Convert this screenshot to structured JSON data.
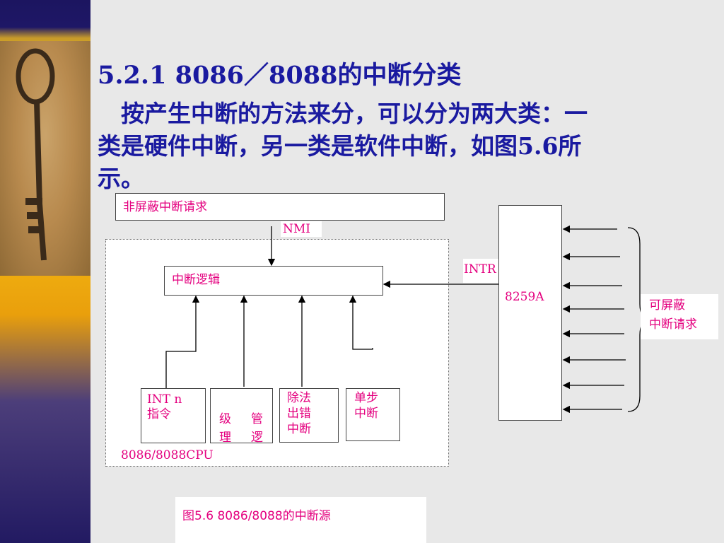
{
  "slide": {
    "title": "5.2.1  8086／8088的中断分类",
    "body_line1": "　按产生中断的方法来分，可以分为两大类：一",
    "body_line2": "类是硬件中断，另一类是软件中断，如图5.6所",
    "body_line3": "示。"
  },
  "diagram": {
    "nmi_request": "非屏蔽中断请求",
    "nmi": "NMI",
    "intr": "INTR",
    "interrupt_logic": "中断逻辑",
    "pic": "8259A",
    "maskable_request_line1": "可屏蔽",
    "maskable_request_line2": "中断请求",
    "int_n_line1": "INT n",
    "int_n_line2": "指令",
    "mgmt_col1": "级",
    "mgmt_col1b": "理",
    "mgmt_col2": "管",
    "mgmt_col2b": "逻",
    "divide_line1": "除法",
    "divide_line2": "出错",
    "divide_line3": "中断",
    "step_line1": "单步",
    "step_line2": "中断",
    "cpu_label": "8086/8088CPU",
    "caption": "图5.6 8086/8088的中断源"
  },
  "colors": {
    "title": "#1a1aa0",
    "label": "#e4007f"
  }
}
